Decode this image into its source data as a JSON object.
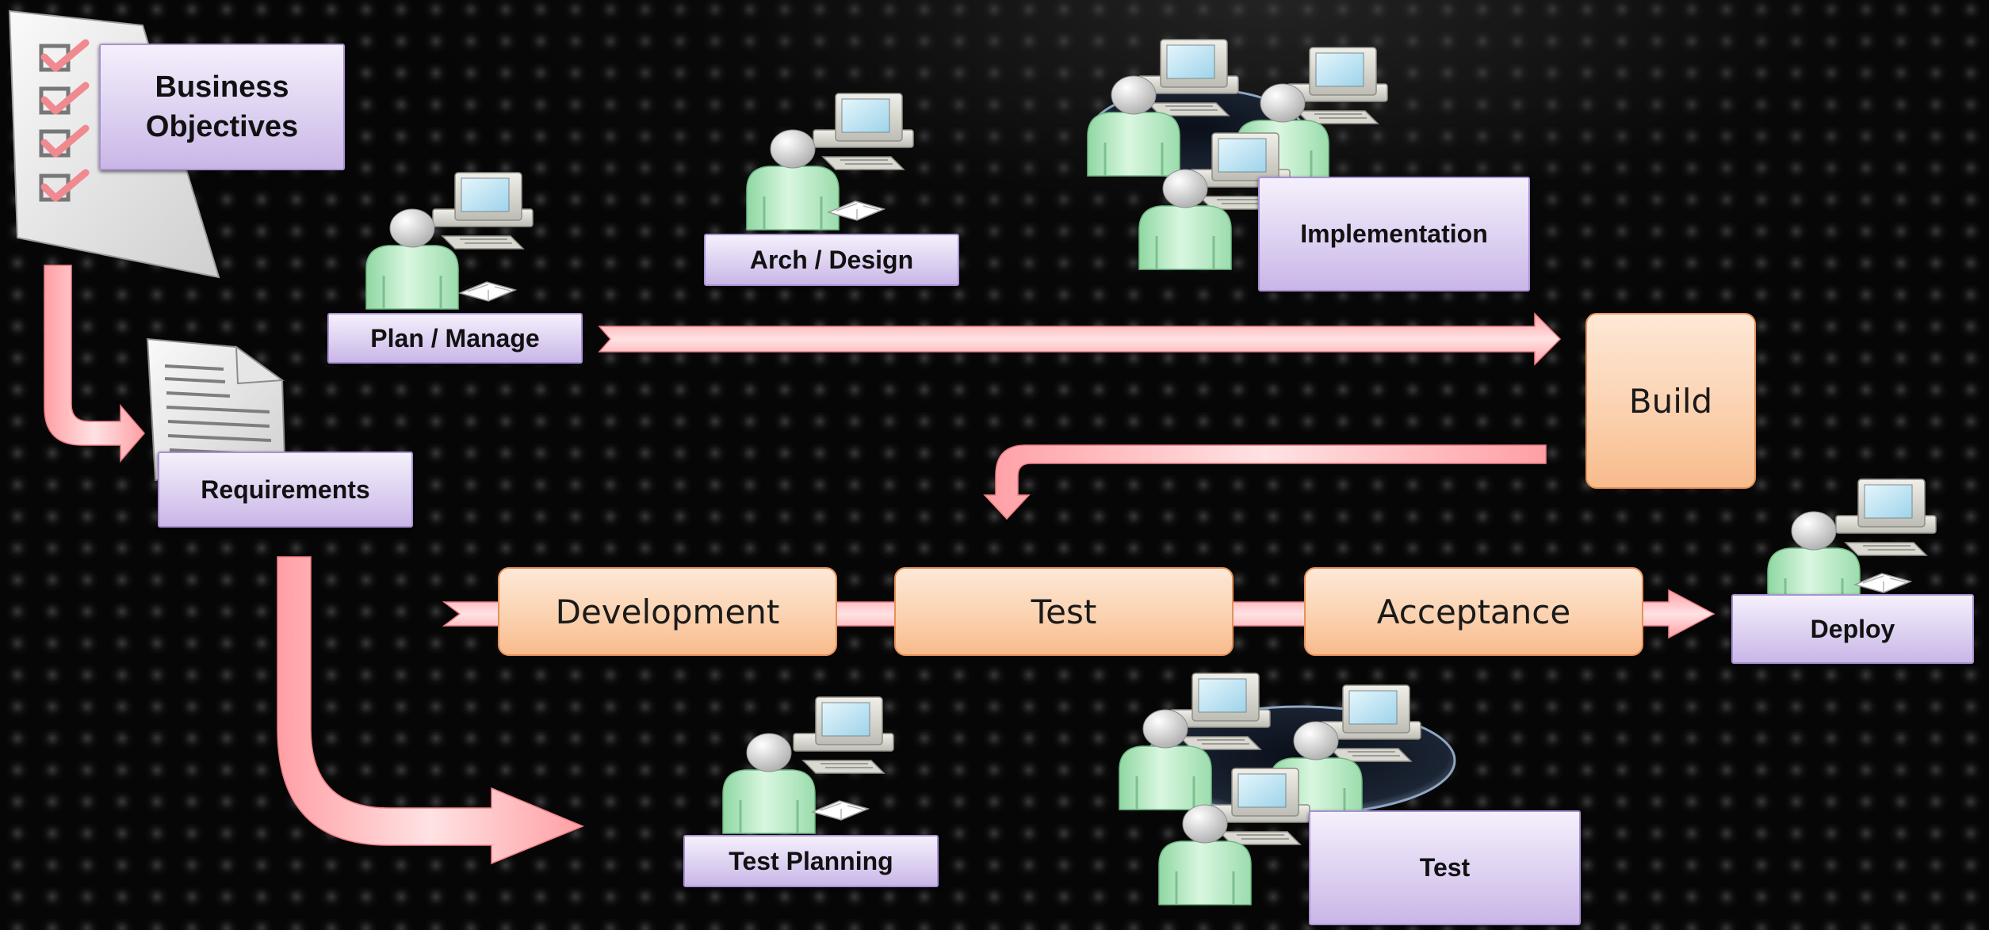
{
  "boxes": {
    "business_objectives": "Business\nObjectives",
    "plan_manage": "Plan / Manage",
    "arch_design": "Arch / Design",
    "implementation": "Implementation",
    "requirements": "Requirements",
    "build": "Build",
    "development": "Development",
    "test_stage": "Test",
    "acceptance": "Acceptance",
    "deploy": "Deploy",
    "test_planning": "Test Planning",
    "test_team": "Test"
  },
  "icons": {
    "checklist": "checklist-document-icon",
    "requirements_doc": "document-icon",
    "workstation": "user-workstation-icon",
    "team": "team-workstations-icon"
  },
  "colors": {
    "arrow": "#f6a8ab",
    "stage_fill": "#fbd2b0",
    "label_fill": "#ddd1f1",
    "person": "#b6ecc3",
    "screen": "#bfe4f4"
  }
}
